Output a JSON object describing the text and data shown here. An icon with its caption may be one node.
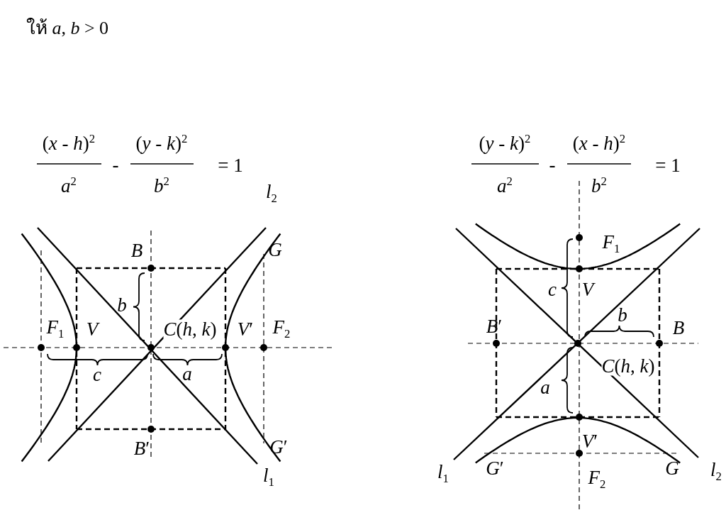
{
  "diagram": {
    "labels": [
      "ให้ *a*, *b* > 0",
      "(*x* - *h*)$^{2}$",
      "*a*$^{2}$",
      "-",
      "(*y* - *k*)$^{2}$",
      "*b*$^{2}$",
      "= 1",
      "(*y* - *k*)$^{2}$",
      "*a*$^{2}$",
      "-",
      "(*x* - *h*)$^{2}$",
      "*b*$^{2}$",
      "= 1",
      "*l*$_{2}$",
      "*B*",
      "*G*",
      "*b*",
      "*F*$_{1}$",
      "*V*",
      "*C*(*h*, *k*)",
      "*V*′",
      "*F*$_{2}$",
      "*c*",
      "*a*",
      "*B*′",
      "*G*′",
      "*l*$_{1}$",
      "*F*$_{1}$",
      "*c*",
      "*V*",
      "*b*",
      "*B*′",
      "*B*",
      "*C*(*h*, *k*)",
      "*a*",
      "*V*′",
      "*l*$_{1}$",
      "*G*′",
      "*F*$_{2}$",
      "*G*",
      "*l*$_{2}$"
    ]
  }
}
